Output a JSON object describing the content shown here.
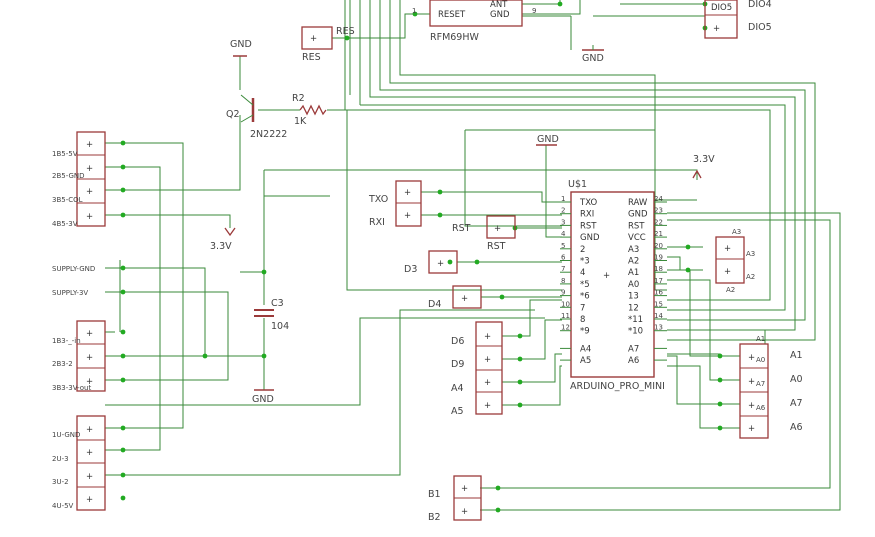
{
  "colors": {
    "wire": "#3a8a3a",
    "part": "#9b3a3a",
    "junction": "#22aa22",
    "text": "#444444"
  },
  "rfm": {
    "label": "RFM69HW",
    "pin_reset": "RESET",
    "pin_ant": "ANT",
    "pin_gnd": "GND",
    "pin_num_1": "1",
    "pin_num_9": "9"
  },
  "res_connector": {
    "name": "RES",
    "net": "RES"
  },
  "gnd_top_right": "GND",
  "dio_header": {
    "label_dio5_inner": "DIO5",
    "label_dio4": "DIO4",
    "label_dio5": "DIO5"
  },
  "transistor": {
    "gnd_label": "GND",
    "name": "Q2",
    "part": "2N2222",
    "r_name": "R2",
    "r_value": "1K"
  },
  "left_connectors": {
    "b5": [
      "1B5-5V",
      "2B5-GND",
      "3B5-COL",
      "4B5-3V"
    ],
    "supply": [
      "SUPPLY-GND",
      "SUPPLY-3V"
    ],
    "b3": [
      "1B3-_-in",
      "2B3-2",
      "3B3-3V-out"
    ],
    "u": [
      "1U-GND",
      "2U-3",
      "3U-2",
      "4U-5V"
    ]
  },
  "v33_left": "3.3V",
  "v33_right": "3.3V",
  "capacitor": {
    "name": "C3",
    "value": "104",
    "gnd": "GND"
  },
  "gnd_mid": "GND",
  "txo_rxi": {
    "txo": "TXO",
    "rxi": "RXI"
  },
  "rst": {
    "net": "RST",
    "name": "RST"
  },
  "d3": "D3",
  "d4": "D4",
  "header4": [
    "D6",
    "D9",
    "A4",
    "A5"
  ],
  "mcu": {
    "name": "U$1",
    "part": "ARDUINO_PRO_MINI",
    "left_pins": [
      {
        "num": "1",
        "name": "TXO"
      },
      {
        "num": "2",
        "name": "RXI"
      },
      {
        "num": "3",
        "name": "RST"
      },
      {
        "num": "4",
        "name": "GND"
      },
      {
        "num": "5",
        "name": "2"
      },
      {
        "num": "6",
        "name": "*3"
      },
      {
        "num": "7",
        "name": "4"
      },
      {
        "num": "8",
        "name": "*5"
      },
      {
        "num": "9",
        "name": "*6"
      },
      {
        "num": "10",
        "name": "7"
      },
      {
        "num": "11",
        "name": "8"
      },
      {
        "num": "12",
        "name": "*9"
      },
      {
        "num": "",
        "name": "A4"
      },
      {
        "num": "",
        "name": "A5"
      }
    ],
    "right_pins": [
      {
        "num": "24",
        "name": "RAW"
      },
      {
        "num": "23",
        "name": "GND"
      },
      {
        "num": "22",
        "name": "RST"
      },
      {
        "num": "21",
        "name": "VCC"
      },
      {
        "num": "20",
        "name": "A3"
      },
      {
        "num": "19",
        "name": "A2"
      },
      {
        "num": "18",
        "name": "A1"
      },
      {
        "num": "17",
        "name": "A0"
      },
      {
        "num": "16",
        "name": "13"
      },
      {
        "num": "15",
        "name": "12"
      },
      {
        "num": "14",
        "name": "*11"
      },
      {
        "num": "13",
        "name": "*10"
      },
      {
        "num": "",
        "name": "A7"
      },
      {
        "num": "",
        "name": "A6"
      }
    ],
    "left_side_a4_num": "A4",
    "left_side_a5_num": "A5",
    "right_side_a7_num": "A7",
    "right_side_a6_num": "A6"
  },
  "a3a2_header": {
    "a3": "A3",
    "a2": "A2",
    "a3_inner": "A3",
    "a2_inner": "A2"
  },
  "a1a7_header": {
    "a1_top": "A1",
    "inner": [
      "A0",
      "A7",
      "A6"
    ],
    "outer": [
      "A1",
      "A0",
      "A7",
      "A6"
    ]
  },
  "b_header": [
    "B1",
    "B2"
  ]
}
